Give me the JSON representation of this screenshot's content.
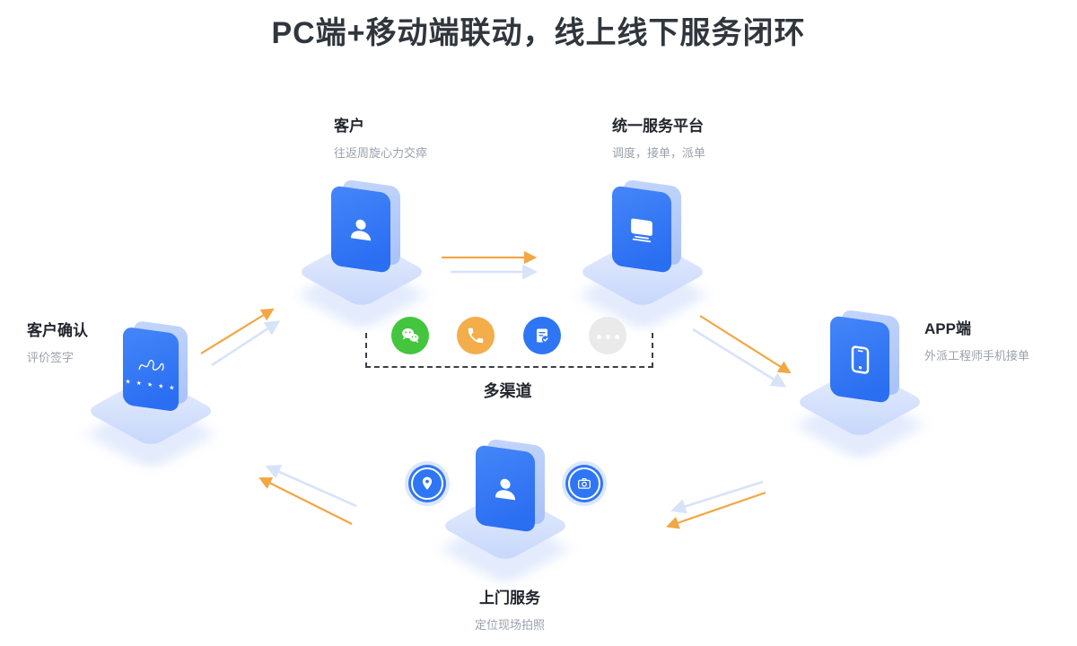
{
  "title": "PC端+移动端联动，线上线下服务闭环",
  "colors": {
    "card_blue": "#2f76f5",
    "platform_blue": "#c9d8fb",
    "arrow_orange": "#f2a23a",
    "arrow_light_blue": "#d7e3f9",
    "wechat_green": "#43c53e",
    "call_orange": "#f3ad4b",
    "order_blue": "#2f76f5",
    "more_gray": "#eaeaea",
    "title_text": "#31363d",
    "subtitle_text": "#9aa1ab"
  },
  "nodes": {
    "customer": {
      "label": "客户",
      "subtitle": "往返周旋心力交瘁",
      "icon": "user-icon"
    },
    "service_platform": {
      "label": "统一服务平台",
      "subtitle": "调度，接单，派单",
      "icon": "monitor-icon"
    },
    "app": {
      "label": "APP端",
      "subtitle": "外派工程师手机接单",
      "icon": "smartphone-icon"
    },
    "onsite": {
      "label": "上门服务",
      "subtitle": "定位现场拍照",
      "icon": "user-icon",
      "badges": [
        "location-pin-icon",
        "camera-icon"
      ]
    },
    "confirm": {
      "label": "客户确认",
      "subtitle": "评价签字",
      "icon": "signature-icon",
      "stars": "★ ★ ★ ★ ★"
    }
  },
  "channels": {
    "label": "多渠道",
    "items": [
      "wechat-icon",
      "phone-call-icon",
      "work-order-check-icon",
      "more-ellipsis-icon"
    ]
  }
}
